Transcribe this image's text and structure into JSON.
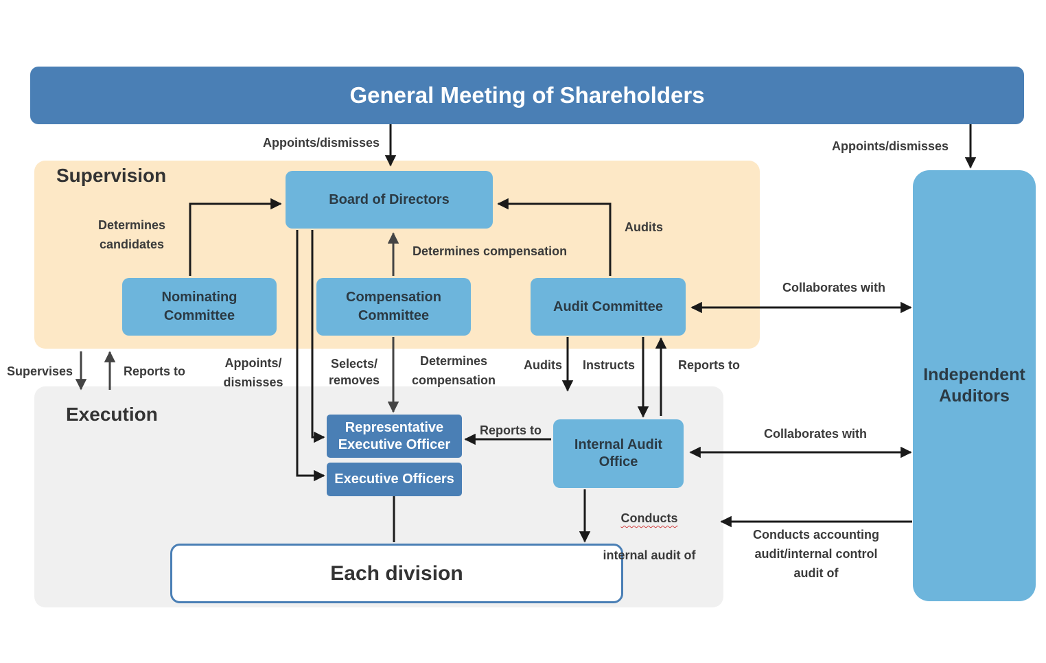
{
  "colors": {
    "shareholders_fill": "#4a7fb5",
    "supervision_fill": "#fde8c6",
    "execution_fill": "#f0f0f0",
    "committee_fill": "#6db5dc",
    "officer_fill": "#4a7fb5",
    "arrow": "#1a1a1a"
  },
  "nodes": {
    "shareholders": "General Meeting of Shareholders",
    "board": "Board of Directors",
    "nominating": "Nominating\nCommittee",
    "compensation": "Compensation\nCommittee",
    "audit_committee": "Audit Committee",
    "rep_officer": "Representative\nExecutive Officer",
    "exec_officers": "Executive Officers",
    "internal_audit": "Internal Audit\nOffice",
    "each_division": "Each division",
    "independent_auditors": "Independent\nAuditors"
  },
  "regions": {
    "supervision": "Supervision",
    "execution": "Execution"
  },
  "labels": {
    "appoints_board": "Appoints/dismisses",
    "appoints_auditors": "Appoints/dismisses",
    "determines_candidates": "Determines\ncandidates",
    "determines_comp_board": "Determines compensation",
    "audits_board": "Audits",
    "collab_audit_committee": "Collaborates with",
    "supervises": "Supervises",
    "reports_to_supervision": "Reports to",
    "appoints_officers": "Appoints/\ndismisses",
    "selects_removes": "Selects/\nremoves",
    "determines_comp_officers": "Determines\ncompensation",
    "audits_internal": "Audits",
    "instructs": "Instructs",
    "reports_to_committee": "Reports to",
    "reports_to_officer": "Reports to",
    "collab_internal": "Collaborates with",
    "conducts_line1": "Conducts",
    "conducts_line2": "internal audit of",
    "accounting_audit": "Conducts accounting\naudit/internal control\naudit of"
  }
}
